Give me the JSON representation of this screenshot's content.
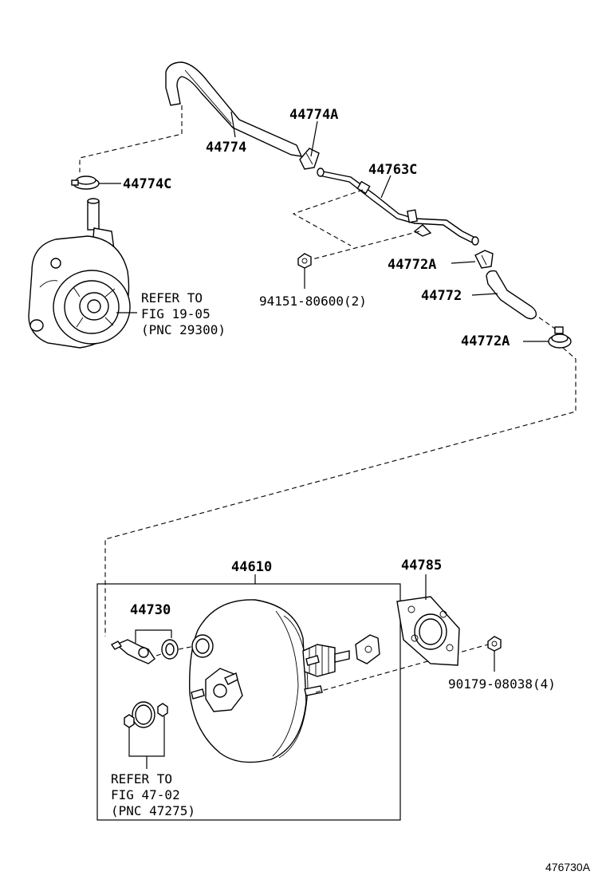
{
  "parts": {
    "p44774": "44774",
    "p44774A": "44774A",
    "p44774C": "44774C",
    "p44763C": "44763C",
    "p94151": "94151-80600(2)",
    "p44772A_top": "44772A",
    "p44772": "44772",
    "p44772A_bot": "44772A",
    "p44610": "44610",
    "p44785": "44785",
    "p44730": "44730",
    "p90179": "90179-08038(4)"
  },
  "refs": {
    "pump_line1": "REFER TO",
    "pump_line2": "FIG 19-05",
    "pump_line3": "(PNC 29300)",
    "booster_line1": "REFER TO",
    "booster_line2": "FIG 47-02",
    "booster_line3": "(PNC 47275)"
  },
  "figure_id": "476730A"
}
